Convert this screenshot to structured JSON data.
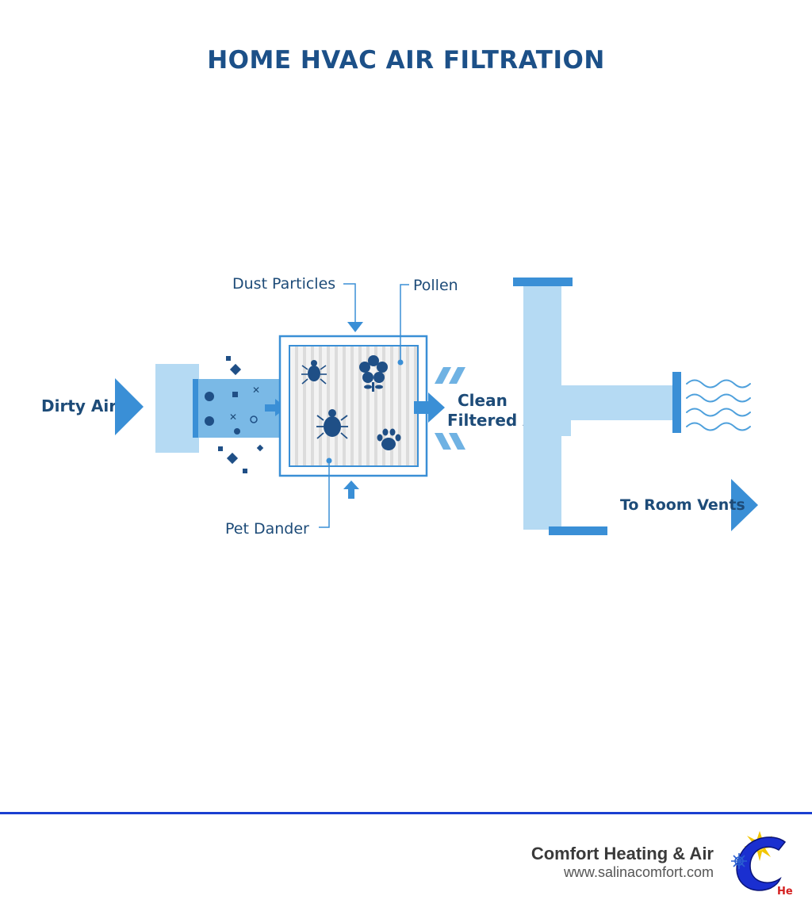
{
  "title": "HOME HVAC AIR FILTRATION",
  "labels": {
    "dirty_air": "Dirty Air",
    "dust_particles": "Dust Particles",
    "pollen": "Pollen",
    "pet_dander": "Pet Dander",
    "clean_line1": "Clean",
    "clean_line2": "Filtered Air",
    "to_room_vents": "To Room Vents"
  },
  "footer": {
    "company": "Comfort Heating & Air",
    "website": "www.salinacomfort.com",
    "logo_text": "He"
  },
  "colors": {
    "title": "#1c5088",
    "label": "#1d4b78",
    "accent": "#3a8fd6",
    "light_blue": "#b5daf3",
    "footer_line": "#1a3fd0",
    "logo_blue": "#1a2fd0",
    "logo_red": "#d42020"
  },
  "icons": [
    "dust-particle-icon",
    "mite-icon",
    "flower-icon",
    "paw-icon",
    "air-wave-icon",
    "snowflake-icon",
    "sun-icon"
  ]
}
